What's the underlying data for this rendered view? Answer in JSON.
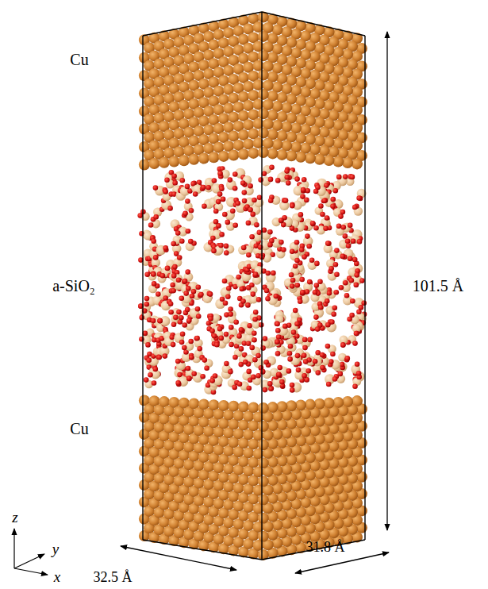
{
  "diagram": {
    "labels": [
      "Cu",
      "a-SiO₂",
      "Cu",
      "101.5 Å",
      "32.5 Å",
      "31.8 Å",
      "z",
      "y",
      "x"
    ]
  }
}
